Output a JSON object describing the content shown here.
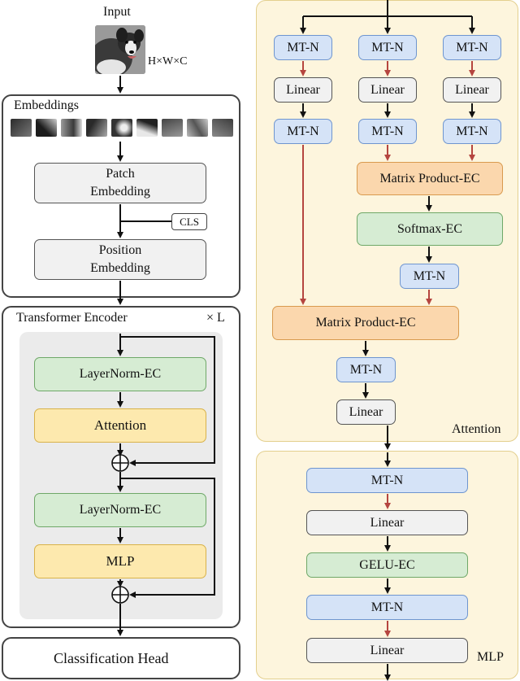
{
  "input": {
    "label": "Input",
    "dims": "H×W×C"
  },
  "embeddings": {
    "title": "Embeddings",
    "patch_embedding": "Patch Embedding",
    "cls": "CLS",
    "position_embedding": "Position Embedding"
  },
  "encoder": {
    "title": "Transformer Encoder",
    "repeat": "× L",
    "layernorm1": "LayerNorm-EC",
    "attention": "Attention",
    "layernorm2": "LayerNorm-EC",
    "mlp": "MLP"
  },
  "classification_head": "Classification Head",
  "attention_panel": {
    "label": "Attention",
    "mtn_top": [
      "MT-N",
      "MT-N",
      "MT-N"
    ],
    "linear": [
      "Linear",
      "Linear",
      "Linear"
    ],
    "mtn_mid": [
      "MT-N",
      "MT-N",
      "MT-N"
    ],
    "matrix_product_1": "Matrix Product-EC",
    "softmax": "Softmax-EC",
    "mtn_softmax": "MT-N",
    "matrix_product_2": "Matrix Product-EC",
    "mtn_out": "MT-N",
    "linear_out": "Linear"
  },
  "mlp_panel": {
    "label": "MLP",
    "mtn_1": "MT-N",
    "linear_1": "Linear",
    "gelu": "GELU-EC",
    "mtn_2": "MT-N",
    "linear_2": "Linear"
  },
  "colors": {
    "gray": "#f1f1f1",
    "green": "#d6ecd3",
    "yellow": "#fde9ae",
    "blue": "#d5e3f7",
    "orange": "#fbd7ad",
    "panel_bg": "#fdf5dd",
    "arrow_black": "#111111",
    "arrow_red": "#b5453f"
  }
}
